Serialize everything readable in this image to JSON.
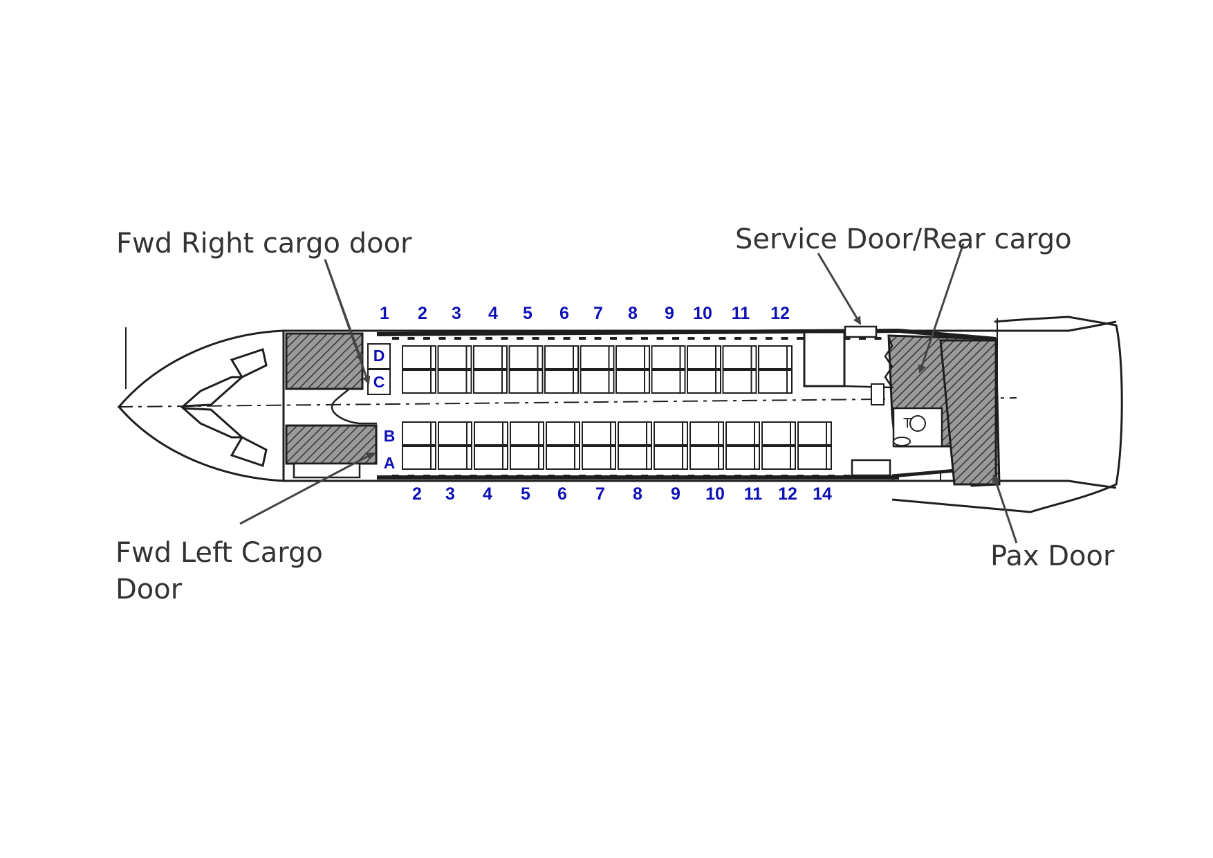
{
  "labels": {
    "fwd_right_cargo_door": "Fwd Right cargo door",
    "service_door_rear_cargo": "Service Door/Rear cargo",
    "fwd_left_cargo_door_line1": "Fwd Left Cargo",
    "fwd_left_cargo_door_line2": "Door",
    "pax_door": "Pax Door"
  },
  "seat_columns": {
    "top": [
      "D",
      "C"
    ],
    "bottom": [
      "B",
      "A"
    ]
  },
  "row_numbers": {
    "top": [
      "1",
      "2",
      "3",
      "4",
      "5",
      "6",
      "7",
      "8",
      "9",
      "10",
      "11",
      "12"
    ],
    "bottom": [
      "2",
      "3",
      "4",
      "5",
      "6",
      "7",
      "8",
      "9",
      "10",
      "11",
      "12",
      "14"
    ]
  },
  "toilet_label": "T",
  "colors": {
    "label_blue": "#0d10b4",
    "ink": "#1e1e1e",
    "hatch": "#555555"
  }
}
